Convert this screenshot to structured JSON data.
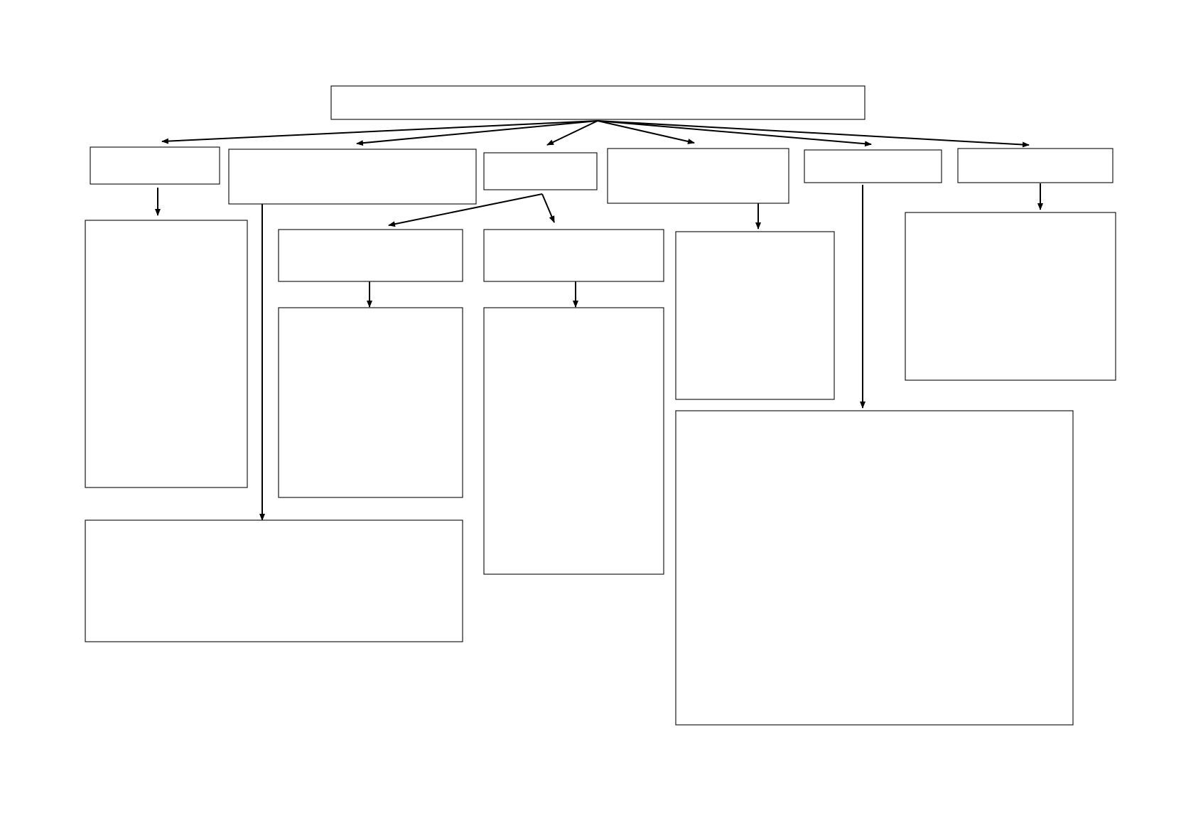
{
  "diagram": {
    "boxes": [
      {
        "id": "root",
        "label": ""
      },
      {
        "id": "level1-a",
        "label": ""
      },
      {
        "id": "level1-b",
        "label": ""
      },
      {
        "id": "level1-c",
        "label": ""
      },
      {
        "id": "level1-d",
        "label": ""
      },
      {
        "id": "level1-e",
        "label": ""
      },
      {
        "id": "level1-f",
        "label": ""
      },
      {
        "id": "detail-a",
        "label": ""
      },
      {
        "id": "level2-c1",
        "label": ""
      },
      {
        "id": "level2-c2",
        "label": ""
      },
      {
        "id": "detail-c1",
        "label": ""
      },
      {
        "id": "detail-c2",
        "label": ""
      },
      {
        "id": "detail-d",
        "label": ""
      },
      {
        "id": "detail-f",
        "label": ""
      },
      {
        "id": "detail-b",
        "label": ""
      },
      {
        "id": "detail-e",
        "label": ""
      }
    ],
    "connections": [
      {
        "from": "root",
        "to": "level1-a"
      },
      {
        "from": "root",
        "to": "level1-b"
      },
      {
        "from": "root",
        "to": "level1-c"
      },
      {
        "from": "root",
        "to": "level1-d"
      },
      {
        "from": "root",
        "to": "level1-e"
      },
      {
        "from": "root",
        "to": "level1-f"
      },
      {
        "from": "level1-a",
        "to": "detail-a"
      },
      {
        "from": "level1-b",
        "to": "detail-b"
      },
      {
        "from": "level1-c",
        "to": "level2-c1"
      },
      {
        "from": "level1-c",
        "to": "level2-c2"
      },
      {
        "from": "level2-c1",
        "to": "detail-c1"
      },
      {
        "from": "level2-c2",
        "to": "detail-c2"
      },
      {
        "from": "level1-d",
        "to": "detail-d"
      },
      {
        "from": "level1-e",
        "to": "detail-e"
      },
      {
        "from": "level1-f",
        "to": "detail-f"
      }
    ]
  }
}
